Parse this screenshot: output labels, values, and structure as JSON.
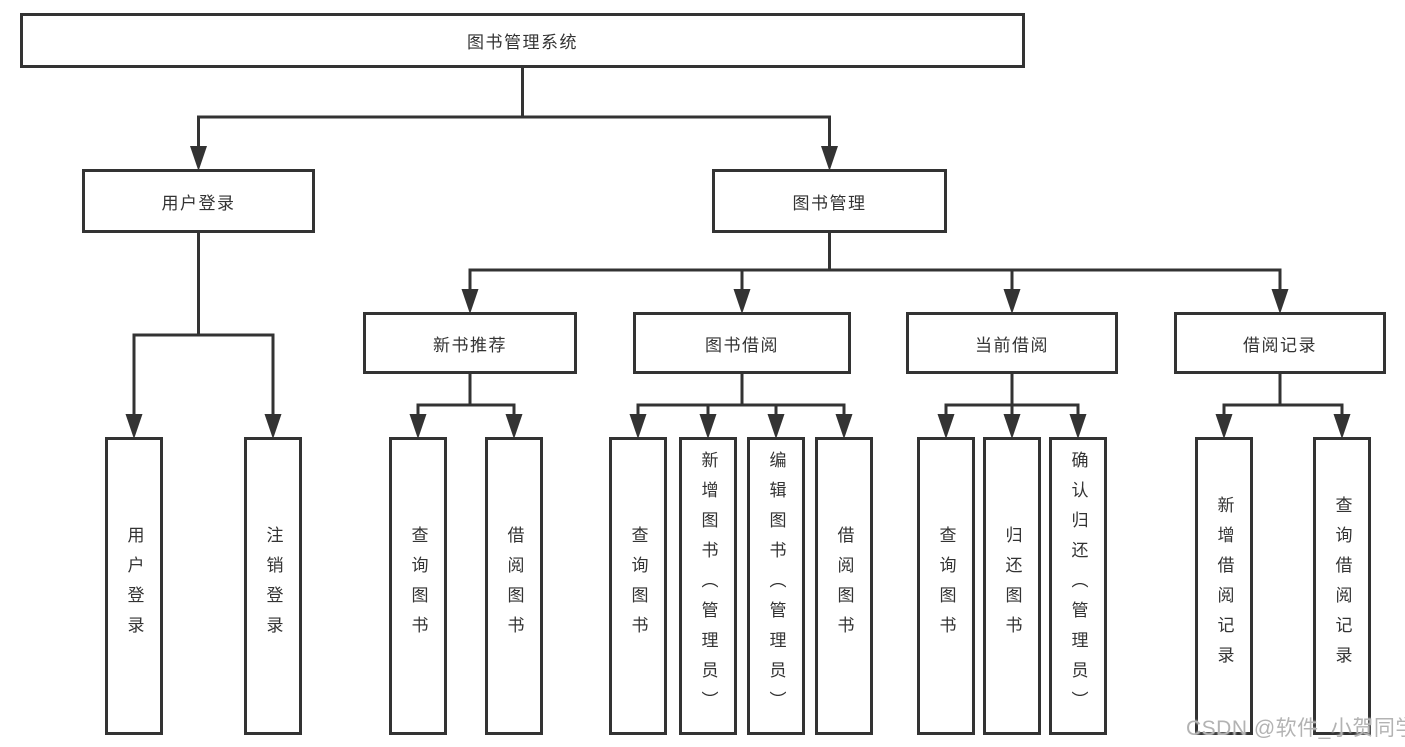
{
  "diagram": {
    "title": "图书管理系统",
    "watermark": "CSDN @软件_小贺同学",
    "colors": {
      "line": "#333333",
      "box_border": "#333333",
      "box_background": "#ffffff",
      "text": "#333333",
      "watermark_text": "#b3b3b3"
    },
    "nodes": [
      {
        "id": "root",
        "label": "图书管理系统",
        "level": 1,
        "parent": null
      },
      {
        "id": "user-login",
        "label": "用户登录",
        "level": 2,
        "parent": "root"
      },
      {
        "id": "book-management",
        "label": "图书管理",
        "level": 2,
        "parent": "root"
      },
      {
        "id": "new-book-recommend",
        "label": "新书推荐",
        "level": 3,
        "parent": "book-management"
      },
      {
        "id": "book-borrow",
        "label": "图书借阅",
        "level": 3,
        "parent": "book-management"
      },
      {
        "id": "current-borrow",
        "label": "当前借阅",
        "level": 3,
        "parent": "book-management"
      },
      {
        "id": "borrow-records",
        "label": "借阅记录",
        "level": 3,
        "parent": "book-management"
      },
      {
        "id": "user-login-action",
        "label": "用户登录",
        "level": 4,
        "parent": "user-login"
      },
      {
        "id": "logout-action",
        "label": "注销登录",
        "level": 4,
        "parent": "user-login"
      },
      {
        "id": "nb-query-books",
        "label": "查询图书",
        "level": 4,
        "parent": "new-book-recommend"
      },
      {
        "id": "nb-borrow-books",
        "label": "借阅图书",
        "level": 4,
        "parent": "new-book-recommend"
      },
      {
        "id": "bb-query-books",
        "label": "查询图书",
        "level": 4,
        "parent": "book-borrow"
      },
      {
        "id": "bb-add-books",
        "label": "新增图书（管理员）",
        "level": 4,
        "parent": "book-borrow"
      },
      {
        "id": "bb-edit-books",
        "label": "编辑图书（管理员）",
        "level": 4,
        "parent": "book-borrow"
      },
      {
        "id": "bb-borrow-books",
        "label": "借阅图书",
        "level": 4,
        "parent": "book-borrow"
      },
      {
        "id": "cb-query-books",
        "label": "查询图书",
        "level": 4,
        "parent": "current-borrow"
      },
      {
        "id": "cb-return-books",
        "label": "归还图书",
        "level": 4,
        "parent": "current-borrow"
      },
      {
        "id": "cb-confirm-return",
        "label": "确认归还（管理员）",
        "level": 4,
        "parent": "current-borrow"
      },
      {
        "id": "br-add-record",
        "label": "新增借阅记录",
        "level": 4,
        "parent": "borrow-records"
      },
      {
        "id": "br-query-record",
        "label": "查询借阅记录",
        "level": 4,
        "parent": "borrow-records"
      }
    ]
  }
}
